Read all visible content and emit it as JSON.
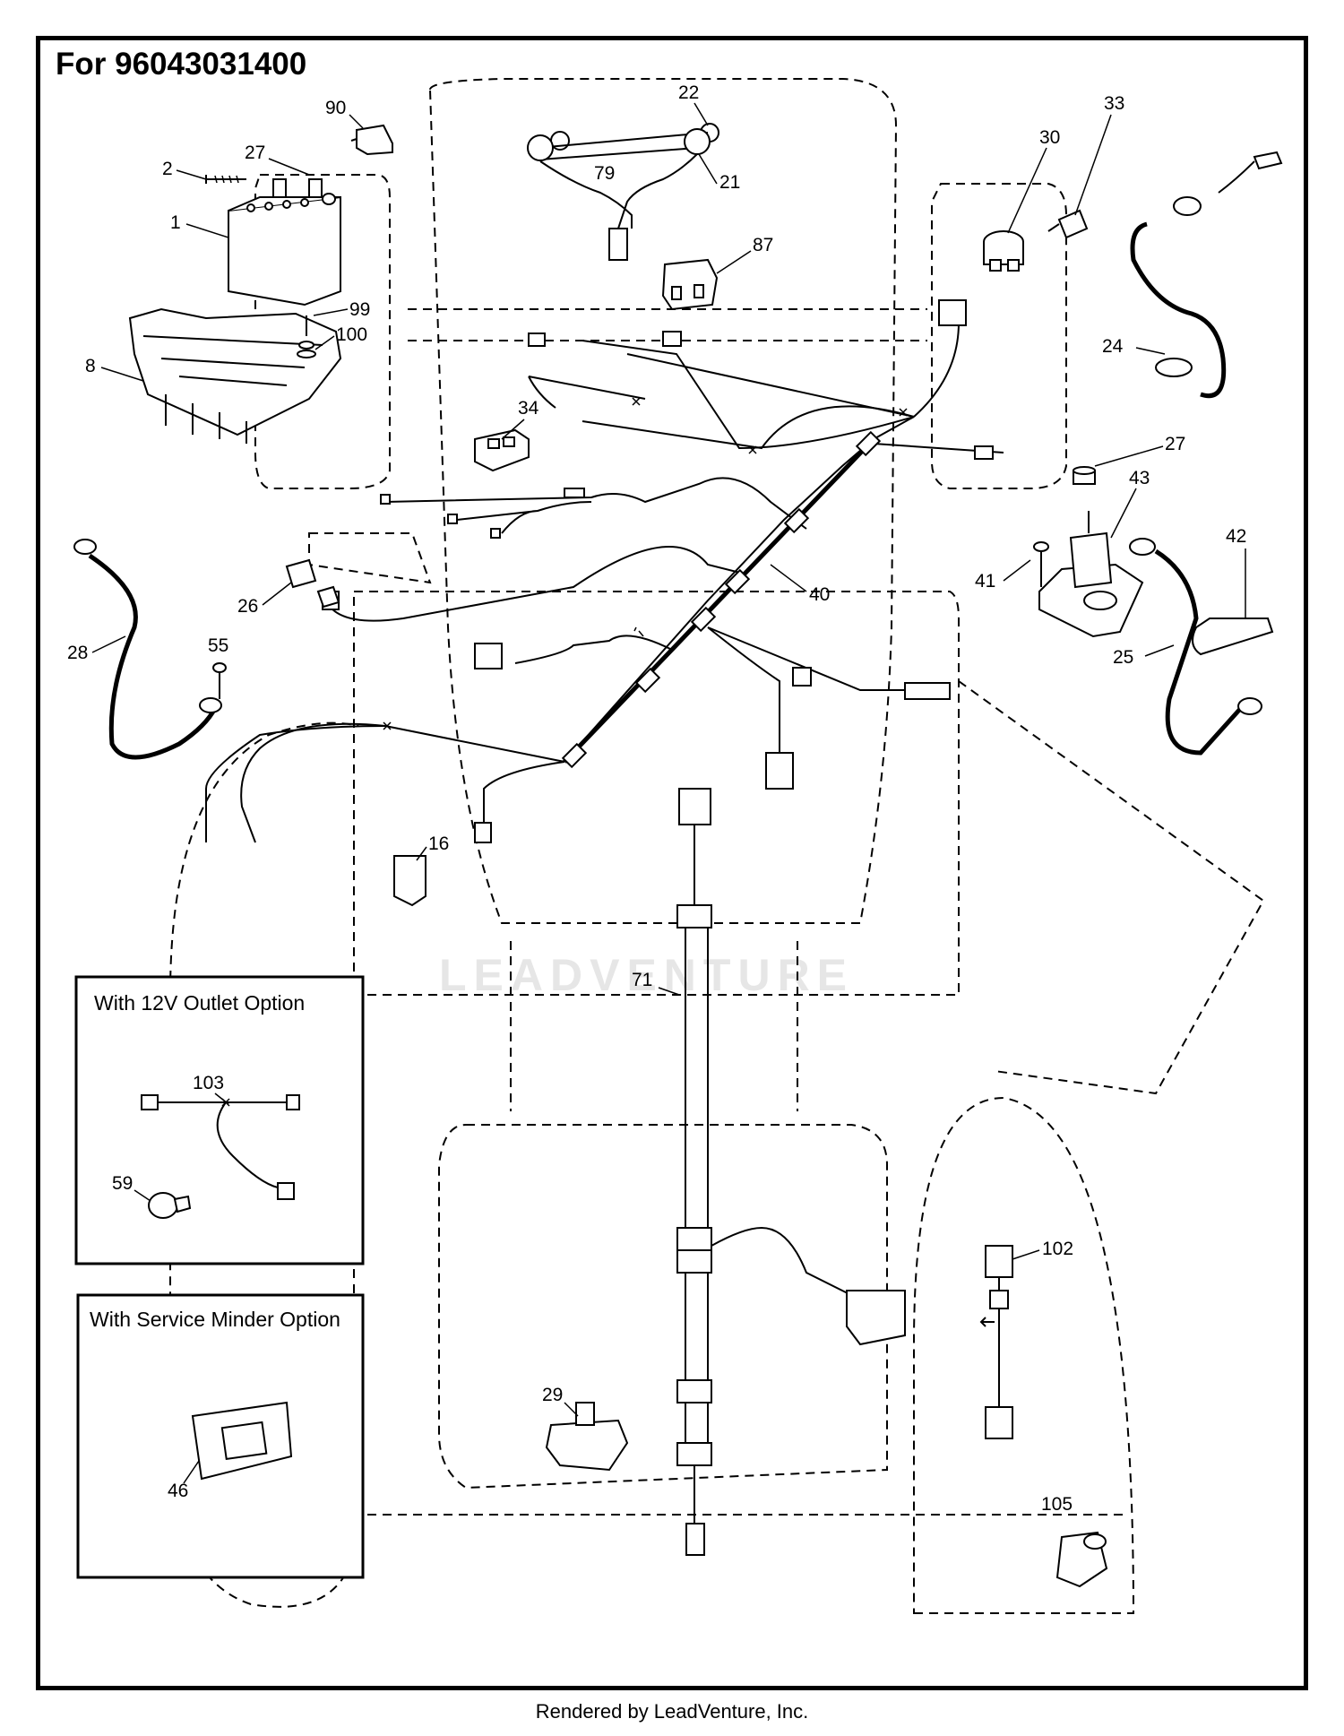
{
  "header": {
    "model_label": "For 96043031400"
  },
  "footer": {
    "credit": "Rendered by LeadVenture, Inc."
  },
  "watermark": {
    "text": "LEADVENTURE"
  },
  "callouts": {
    "c90": "90",
    "c2": "2",
    "c27a": "27",
    "c1": "1",
    "c8": "8",
    "c99": "99",
    "c100": "100",
    "c22": "22",
    "c79": "79",
    "c21": "21",
    "c87": "87",
    "c34": "34",
    "c30": "30",
    "c33": "33",
    "c24": "24",
    "c27b": "27",
    "c43": "43",
    "c41": "41",
    "c42": "42",
    "c25": "25",
    "c26": "26",
    "c28": "28",
    "c55": "55",
    "c40": "40",
    "c16": "16",
    "c71": "71",
    "c103": "103",
    "c59": "59",
    "c46": "46",
    "c29": "29",
    "c102": "102",
    "c105": "105"
  },
  "insets": {
    "outlet_option": {
      "title": "With 12V Outlet Option"
    },
    "service_minder_option": {
      "title": "With Service Minder Option"
    }
  }
}
